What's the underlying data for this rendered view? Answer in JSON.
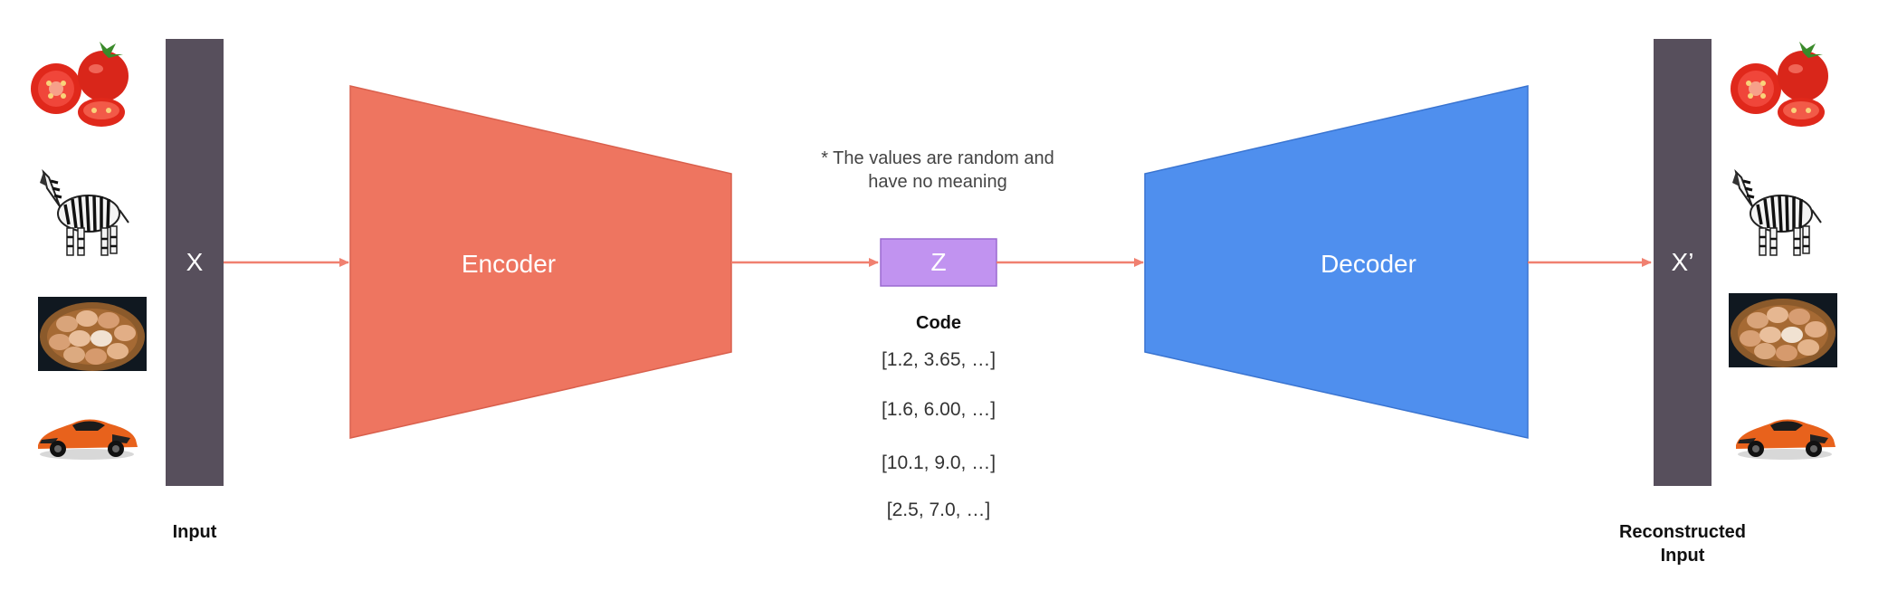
{
  "input_stack": {
    "symbol": "X",
    "caption": "Input"
  },
  "encoder": {
    "label": "Encoder",
    "color": "#ee7560"
  },
  "latent": {
    "symbol": "Z",
    "color": "#c193f0",
    "caption": "Code",
    "note_line1": "* The values are random and",
    "note_line2": "have no meaning",
    "codes": [
      "[1.2, 3.65, …]",
      "[1.6, 6.00, …]",
      "[10.1, 9.0, …]",
      "[2.5, 7.0, …]"
    ]
  },
  "decoder": {
    "label": "Decoder",
    "color": "#4f8fee"
  },
  "output_stack": {
    "symbol": "X’",
    "caption_line1": "Reconstructed",
    "caption_line2": "Input"
  },
  "colors": {
    "stack_bar": "#574f5c",
    "arrow": "#f08070"
  },
  "input_images": [
    "tomato-image",
    "zebra-image",
    "eggs-basket-image",
    "sports-car-image"
  ],
  "output_images": [
    "tomato-image",
    "zebra-image",
    "eggs-basket-image",
    "sports-car-image"
  ]
}
